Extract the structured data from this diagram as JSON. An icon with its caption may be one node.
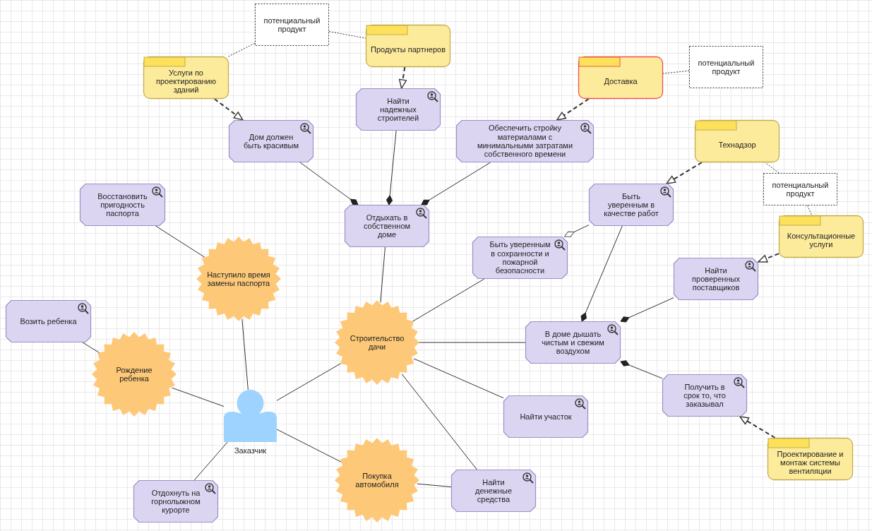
{
  "diagram": {
    "nodes": [
      {
        "text": [
          "потенциальный продукт"
        ]
      },
      {
        "text": [
          "Продукты партнеров"
        ]
      },
      {
        "text": [
          "Услуги по проектированию зданий"
        ]
      },
      {
        "text": [
          "Доставка"
        ]
      },
      {
        "text": [
          "потенциальный продукт"
        ]
      },
      {
        "text": [
          "Найти надежных строителей"
        ]
      },
      {
        "text": [
          "Дом должен быть красивым"
        ]
      },
      {
        "text": [
          "Обеспечить стройку материалами с минимальными затратами собственного времени"
        ]
      },
      {
        "text": [
          "Технадзор"
        ]
      },
      {
        "text": [
          "потенциальный продукт"
        ]
      },
      {
        "text": [
          "Быть уверенным в качестве работ"
        ]
      },
      {
        "text": [
          "Восстановить пригодность паспорта"
        ]
      },
      {
        "text": [
          "Отдыхать в собственном доме"
        ]
      },
      {
        "text": [
          "Консультационные услуги"
        ]
      },
      {
        "text": [
          "Быть уверенным в сохранности и пожарной безопасности"
        ]
      },
      {
        "text": [
          "Наступило время замены паспорта"
        ]
      },
      {
        "text": [
          "Найти проверенных поставщиков"
        ]
      },
      {
        "text": [
          "Возить ребенка"
        ]
      },
      {
        "text": [
          "Строительство дачи"
        ]
      },
      {
        "text": [
          "В доме дышать чистым и свежим воздухом"
        ]
      },
      {
        "text": [
          "Рождение ребенка"
        ]
      },
      {
        "text": [
          "Получить в срок то, что заказывал"
        ]
      },
      {
        "text": [],
        "shape": "person",
        "beside": [
          "Заказчик"
        ]
      },
      {
        "text": [
          "Найти участок"
        ]
      },
      {
        "text": [
          "Проектирование и монтаж системы вентиляции"
        ]
      },
      {
        "text": [
          "Покупка автомобиля"
        ]
      },
      {
        "text": [
          "Найти денежные средства"
        ]
      },
      {
        "text": [
          "Отдохнуть на горнолыжном курорте"
        ]
      }
    ],
    "edges": [
      {
        "from": 0,
        "to": 2,
        "arrow": "none",
        "style": "dashed"
      },
      {
        "from": 0,
        "to": 1,
        "arrow": "none",
        "style": "dashed"
      },
      {
        "from": 1,
        "to": 5,
        "arrow": "to",
        "style": "dashed"
      },
      {
        "from": 2,
        "to": 6,
        "arrow": "to",
        "style": "dashed"
      },
      {
        "from": 4,
        "to": 3,
        "arrow": "none",
        "style": "dashed"
      },
      {
        "from": 3,
        "to": 7,
        "arrow": "to",
        "style": "dashed"
      },
      {
        "from": 9,
        "to": 8,
        "arrow": "none",
        "style": "dashed"
      },
      {
        "from": 9,
        "to": 13,
        "arrow": "none",
        "style": "dashed"
      },
      {
        "from": 8,
        "to": 10,
        "arrow": "to",
        "style": "dashed"
      },
      {
        "from": 13,
        "to": 16,
        "arrow": "to",
        "style": "dashed"
      },
      {
        "from": 24,
        "to": 21,
        "arrow": "to",
        "style": "dashed"
      },
      {
        "from": 6,
        "to": 12,
        "arrow": "other"
      },
      {
        "from": 5,
        "to": 12,
        "arrow": "other"
      },
      {
        "from": 7,
        "to": 12,
        "arrow": "other"
      },
      {
        "from": 10,
        "to": 14,
        "arrow": "other"
      },
      {
        "from": 10,
        "to": 19,
        "arrow": "other"
      },
      {
        "from": 16,
        "to": 19,
        "arrow": "other"
      },
      {
        "from": 21,
        "to": 19,
        "arrow": "other"
      },
      {
        "from": 12,
        "to": 18,
        "arrow": "none"
      },
      {
        "from": 14,
        "to": 18,
        "arrow": "none"
      },
      {
        "from": 18,
        "to": 19,
        "arrow": "none"
      },
      {
        "from": 18,
        "to": 23,
        "arrow": "none"
      },
      {
        "from": 18,
        "to": 26,
        "arrow": "none"
      },
      {
        "from": 25,
        "to": 26,
        "arrow": "none"
      },
      {
        "from": 11,
        "to": 15,
        "arrow": "none"
      },
      {
        "from": 15,
        "to": 22,
        "arrow": "none"
      },
      {
        "from": 17,
        "to": 20,
        "arrow": "none"
      },
      {
        "from": 20,
        "to": 22,
        "arrow": "none"
      },
      {
        "from": 22,
        "to": 18,
        "arrow": "none"
      },
      {
        "from": 22,
        "to": 25,
        "arrow": "none"
      },
      {
        "from": 22,
        "to": 27,
        "arrow": "none"
      }
    ]
  }
}
